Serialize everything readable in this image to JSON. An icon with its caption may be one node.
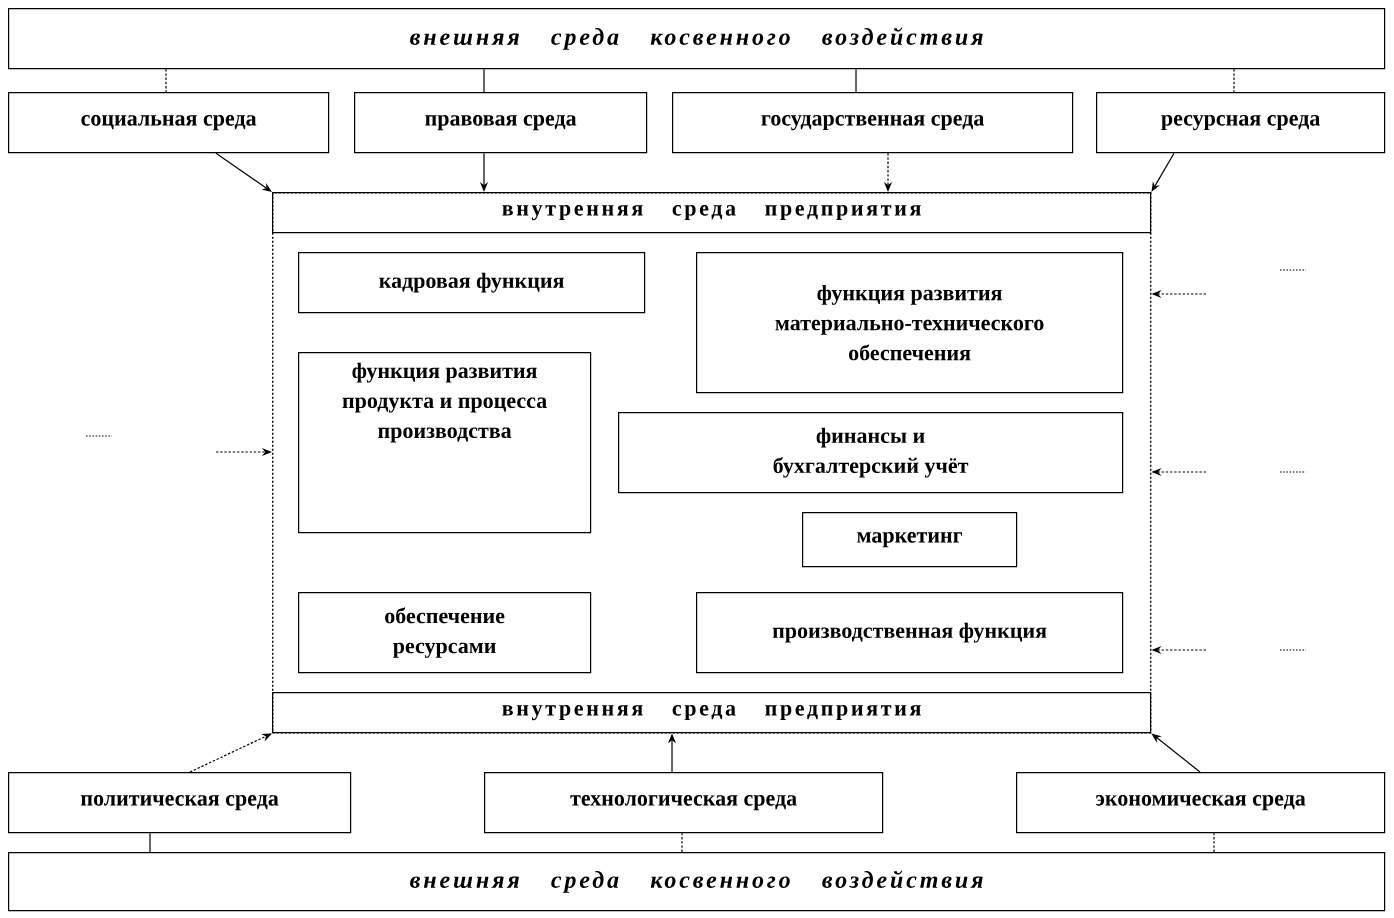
{
  "diagram": {
    "nodes": [
      {
        "text": [
          "внешняя среда косвенного воздействия"
        ]
      },
      {
        "text": [
          "социальная среда"
        ]
      },
      {
        "text": [
          "правовая среда"
        ]
      },
      {
        "text": [
          "государственная среда"
        ]
      },
      {
        "text": [
          "ресурсная среда"
        ]
      },
      {
        "text": [],
        "shape": "box"
      },
      {
        "text": [
          "внутренняя среда предприятия"
        ],
        "in": 5
      },
      {
        "text": [
          "кадровая функция"
        ],
        "in": 5
      },
      {
        "text": [
          "функция развития материально-технического обеспечения"
        ],
        "in": 5
      },
      {
        "text": [
          "функция развития продукта и процесса производства"
        ],
        "in": 5
      },
      {
        "text": [
          "финансы и бухгалтерский учёт"
        ],
        "in": 5
      },
      {
        "text": [
          "маркетинг"
        ],
        "in": 5
      },
      {
        "text": [
          "обеспечение ресурсами"
        ],
        "in": 5
      },
      {
        "text": [
          "производственная функция"
        ],
        "in": 5
      },
      {
        "text": [
          "внутренняя среда предприятия"
        ],
        "in": 5
      },
      {
        "text": [
          "политическая среда"
        ]
      },
      {
        "text": [
          "технологическая среда"
        ]
      },
      {
        "text": [
          "экономическая среда"
        ]
      },
      {
        "text": [
          "внешняя среда косвенного воздействия"
        ]
      }
    ],
    "edges": [
      {
        "from": 0,
        "to": 1,
        "arrow": "none",
        "style": "dashed"
      },
      {
        "from": 0,
        "to": 2,
        "arrow": "none"
      },
      {
        "from": 0,
        "to": 3,
        "arrow": "none"
      },
      {
        "from": 0,
        "to": 4,
        "arrow": "none",
        "style": "dashed"
      },
      {
        "from": 1,
        "to": 5,
        "arrow": "to"
      },
      {
        "from": 2,
        "to": 5,
        "arrow": "to"
      },
      {
        "from": 3,
        "to": 5,
        "arrow": "to",
        "style": "dashed"
      },
      {
        "from": 4,
        "to": 5,
        "arrow": "to"
      },
      {
        "from": null,
        "to": 5,
        "arrow": "to",
        "style": "dashed"
      },
      {
        "from": null,
        "to": 5,
        "arrow": "to",
        "style": "dashed"
      },
      {
        "from": null,
        "to": 5,
        "arrow": "to",
        "style": "dashed"
      },
      {
        "from": null,
        "to": 5,
        "arrow": "to",
        "style": "dashed"
      },
      {
        "from": 15,
        "to": 5,
        "arrow": "to",
        "style": "dashed"
      },
      {
        "from": 16,
        "to": 5,
        "arrow": "to"
      },
      {
        "from": 17,
        "to": 5,
        "arrow": "to"
      },
      {
        "from": 18,
        "to": 15,
        "arrow": "none"
      },
      {
        "from": 18,
        "to": 16,
        "arrow": "none",
        "style": "dashed"
      },
      {
        "from": 18,
        "to": 17,
        "arrow": "none",
        "style": "dashed"
      }
    ]
  }
}
